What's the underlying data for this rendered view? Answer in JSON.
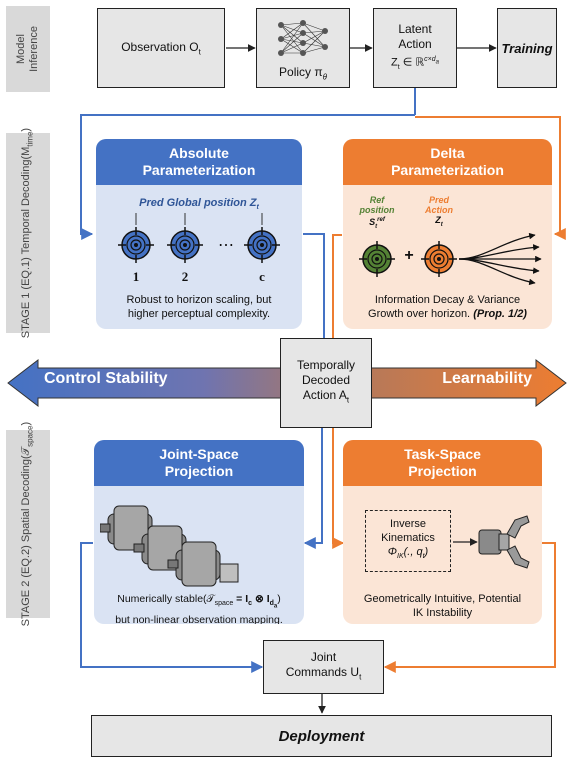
{
  "side": {
    "model": "Model Inference",
    "stage1": "STAGE 1 (EQ.1) Temporal Decoding(M",
    "stage1_sub": "time",
    "stage2": "STAGE 2 (EQ.2) Spatial Decoding(",
    "stage2_sub": "space"
  },
  "top": {
    "observation": "Observation O",
    "observation_sub": "t",
    "policy": "Policy π",
    "policy_sub": "θ",
    "latent_title": "Latent Action",
    "latent_formula": "Z",
    "latent_formula_sub": "t",
    "latent_formula_rest": " ∈ ℝ",
    "latent_sup": "c×d",
    "latent_sup_sub": "a",
    "training": "Training"
  },
  "absolute": {
    "title1": "Absolute",
    "title2": "Parameterization",
    "pred": "Pred Global position Z",
    "pred_sub": "t",
    "labels": [
      "1",
      "2",
      "c"
    ],
    "dots": "⋯",
    "desc1": "Robust to horizon scaling, but",
    "desc2": "higher perceptual complexity."
  },
  "delta": {
    "title1": "Delta",
    "title2": "Parameterization",
    "ref1": "Ref",
    "ref2": "position",
    "ref3": "S",
    "ref3_sub": "t",
    "ref3_sup": "ref",
    "predA1": "Pred",
    "predA2": "Action",
    "predA3": "Z",
    "predA3_sub": "t",
    "plus": "+",
    "desc1": "Information Decay & Variance",
    "desc2": "Growth over horizon.",
    "prop": "(Prop. 1/2)"
  },
  "center": {
    "l1": "Temporally",
    "l2": "Decoded",
    "l3": "Action A",
    "l3_sub": "t"
  },
  "arrow": {
    "left": "Control Stability",
    "right": "Learnability"
  },
  "joint": {
    "title1": "Joint-Space",
    "title2": "Projection",
    "desc1": "Numerically stable(𝒯",
    "desc1_sub": "space",
    "desc1_rest": " = I",
    "desc1_c": "c",
    "desc1_otimes": " ⊗ I",
    "desc1_da": "d",
    "desc1_da_sub": "a",
    "desc1_end": ")",
    "desc2": "but non-linear observation mapping."
  },
  "task": {
    "title1": "Task-Space",
    "title2": "Projection",
    "ik1": "Inverse",
    "ik2": "Kinematics",
    "ik3": "Φ",
    "ik3_sub": "IK",
    "ik3_rest": "(., q",
    "ik3_q": "t",
    "ik3_end": ")",
    "desc1": "Geometrically Intuitive, Potential",
    "desc2": "IK Instability"
  },
  "commands": {
    "l1": "Joint",
    "l2": "Commands U",
    "l2_sub": "t"
  },
  "deployment": "Deployment",
  "colors": {
    "blue": "#4472c4",
    "orange": "#ed7d31",
    "blue_bg": "#dae3f3",
    "orange_bg": "#fbe5d6",
    "gray": "#e6e6e6",
    "green": "#548235"
  }
}
